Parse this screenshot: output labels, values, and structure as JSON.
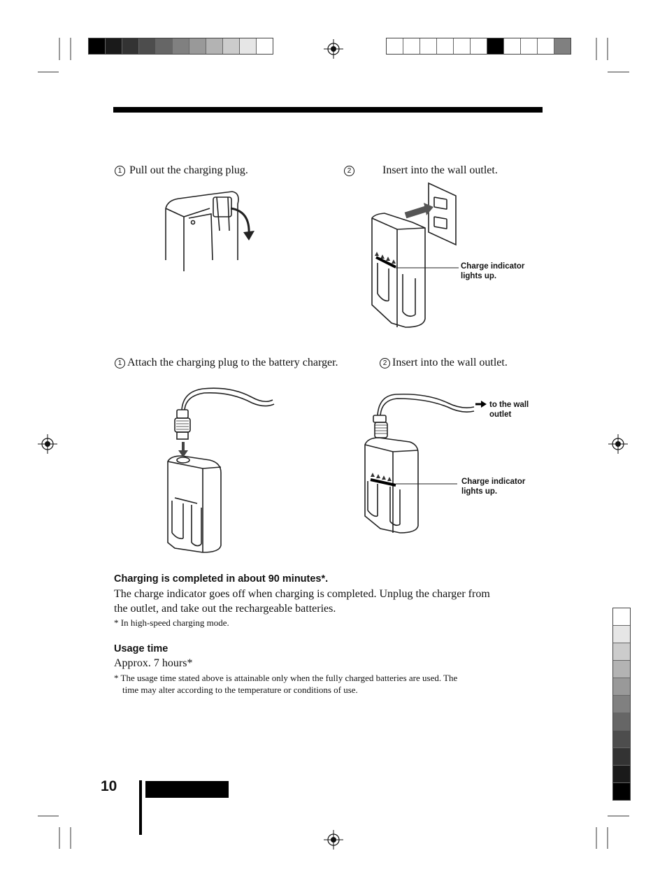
{
  "printer_marks": {
    "color_bar_left": [
      "#000000",
      "#1a1a1a",
      "#333333",
      "#4d4d4d",
      "#666666",
      "#808080",
      "#999999",
      "#b3b3b3",
      "#cccccc",
      "#e6e6e6",
      "#ffffff"
    ],
    "color_bar_right": [
      "#ffffff",
      "#ffffff",
      "#ffffff",
      "#ffffff",
      "#ffffff",
      "#ffffff",
      "#000000",
      "#ffffff",
      "#ffffff",
      "#ffffff",
      "#808080"
    ],
    "side_gradient": [
      "#ffffff",
      "#e6e6e6",
      "#cccccc",
      "#b3b3b3",
      "#999999",
      "#808080",
      "#666666",
      "#4d4d4d",
      "#333333",
      "#1a1a1a",
      "#000000"
    ]
  },
  "section1": {
    "step1_number": "1",
    "step1_text": "Pull out the charging plug.",
    "step2_number": "2",
    "step2_text": "Insert into the wall outlet.",
    "indicator_label_line1": "Charge indicator",
    "indicator_label_line2": "lights up."
  },
  "section2": {
    "step1_number": "1",
    "step1_text": "Attach the charging plug to the battery charger.",
    "step2_number": "2",
    "step2_text": "Insert into the wall outlet.",
    "wall_label_line1": "to the wall",
    "wall_label_line2": "outlet",
    "indicator_label_line1": "Charge indicator",
    "indicator_label_line2": "lights up."
  },
  "charging": {
    "heading": "Charging is completed in about 90 minutes*.",
    "body_line1": "The charge indicator goes off when charging is completed. Unplug the charger from",
    "body_line2": "the outlet, and take out the rechargeable batteries.",
    "footnote": "*  In high-speed charging mode."
  },
  "usage": {
    "heading": "Usage time",
    "value": "Approx. 7 hours*",
    "footnote_line1": "*  The usage time stated above is attainable only when the fully charged batteries are used. The",
    "footnote_line2": "time may alter according to the temperature or conditions of use."
  },
  "page_number": "10"
}
